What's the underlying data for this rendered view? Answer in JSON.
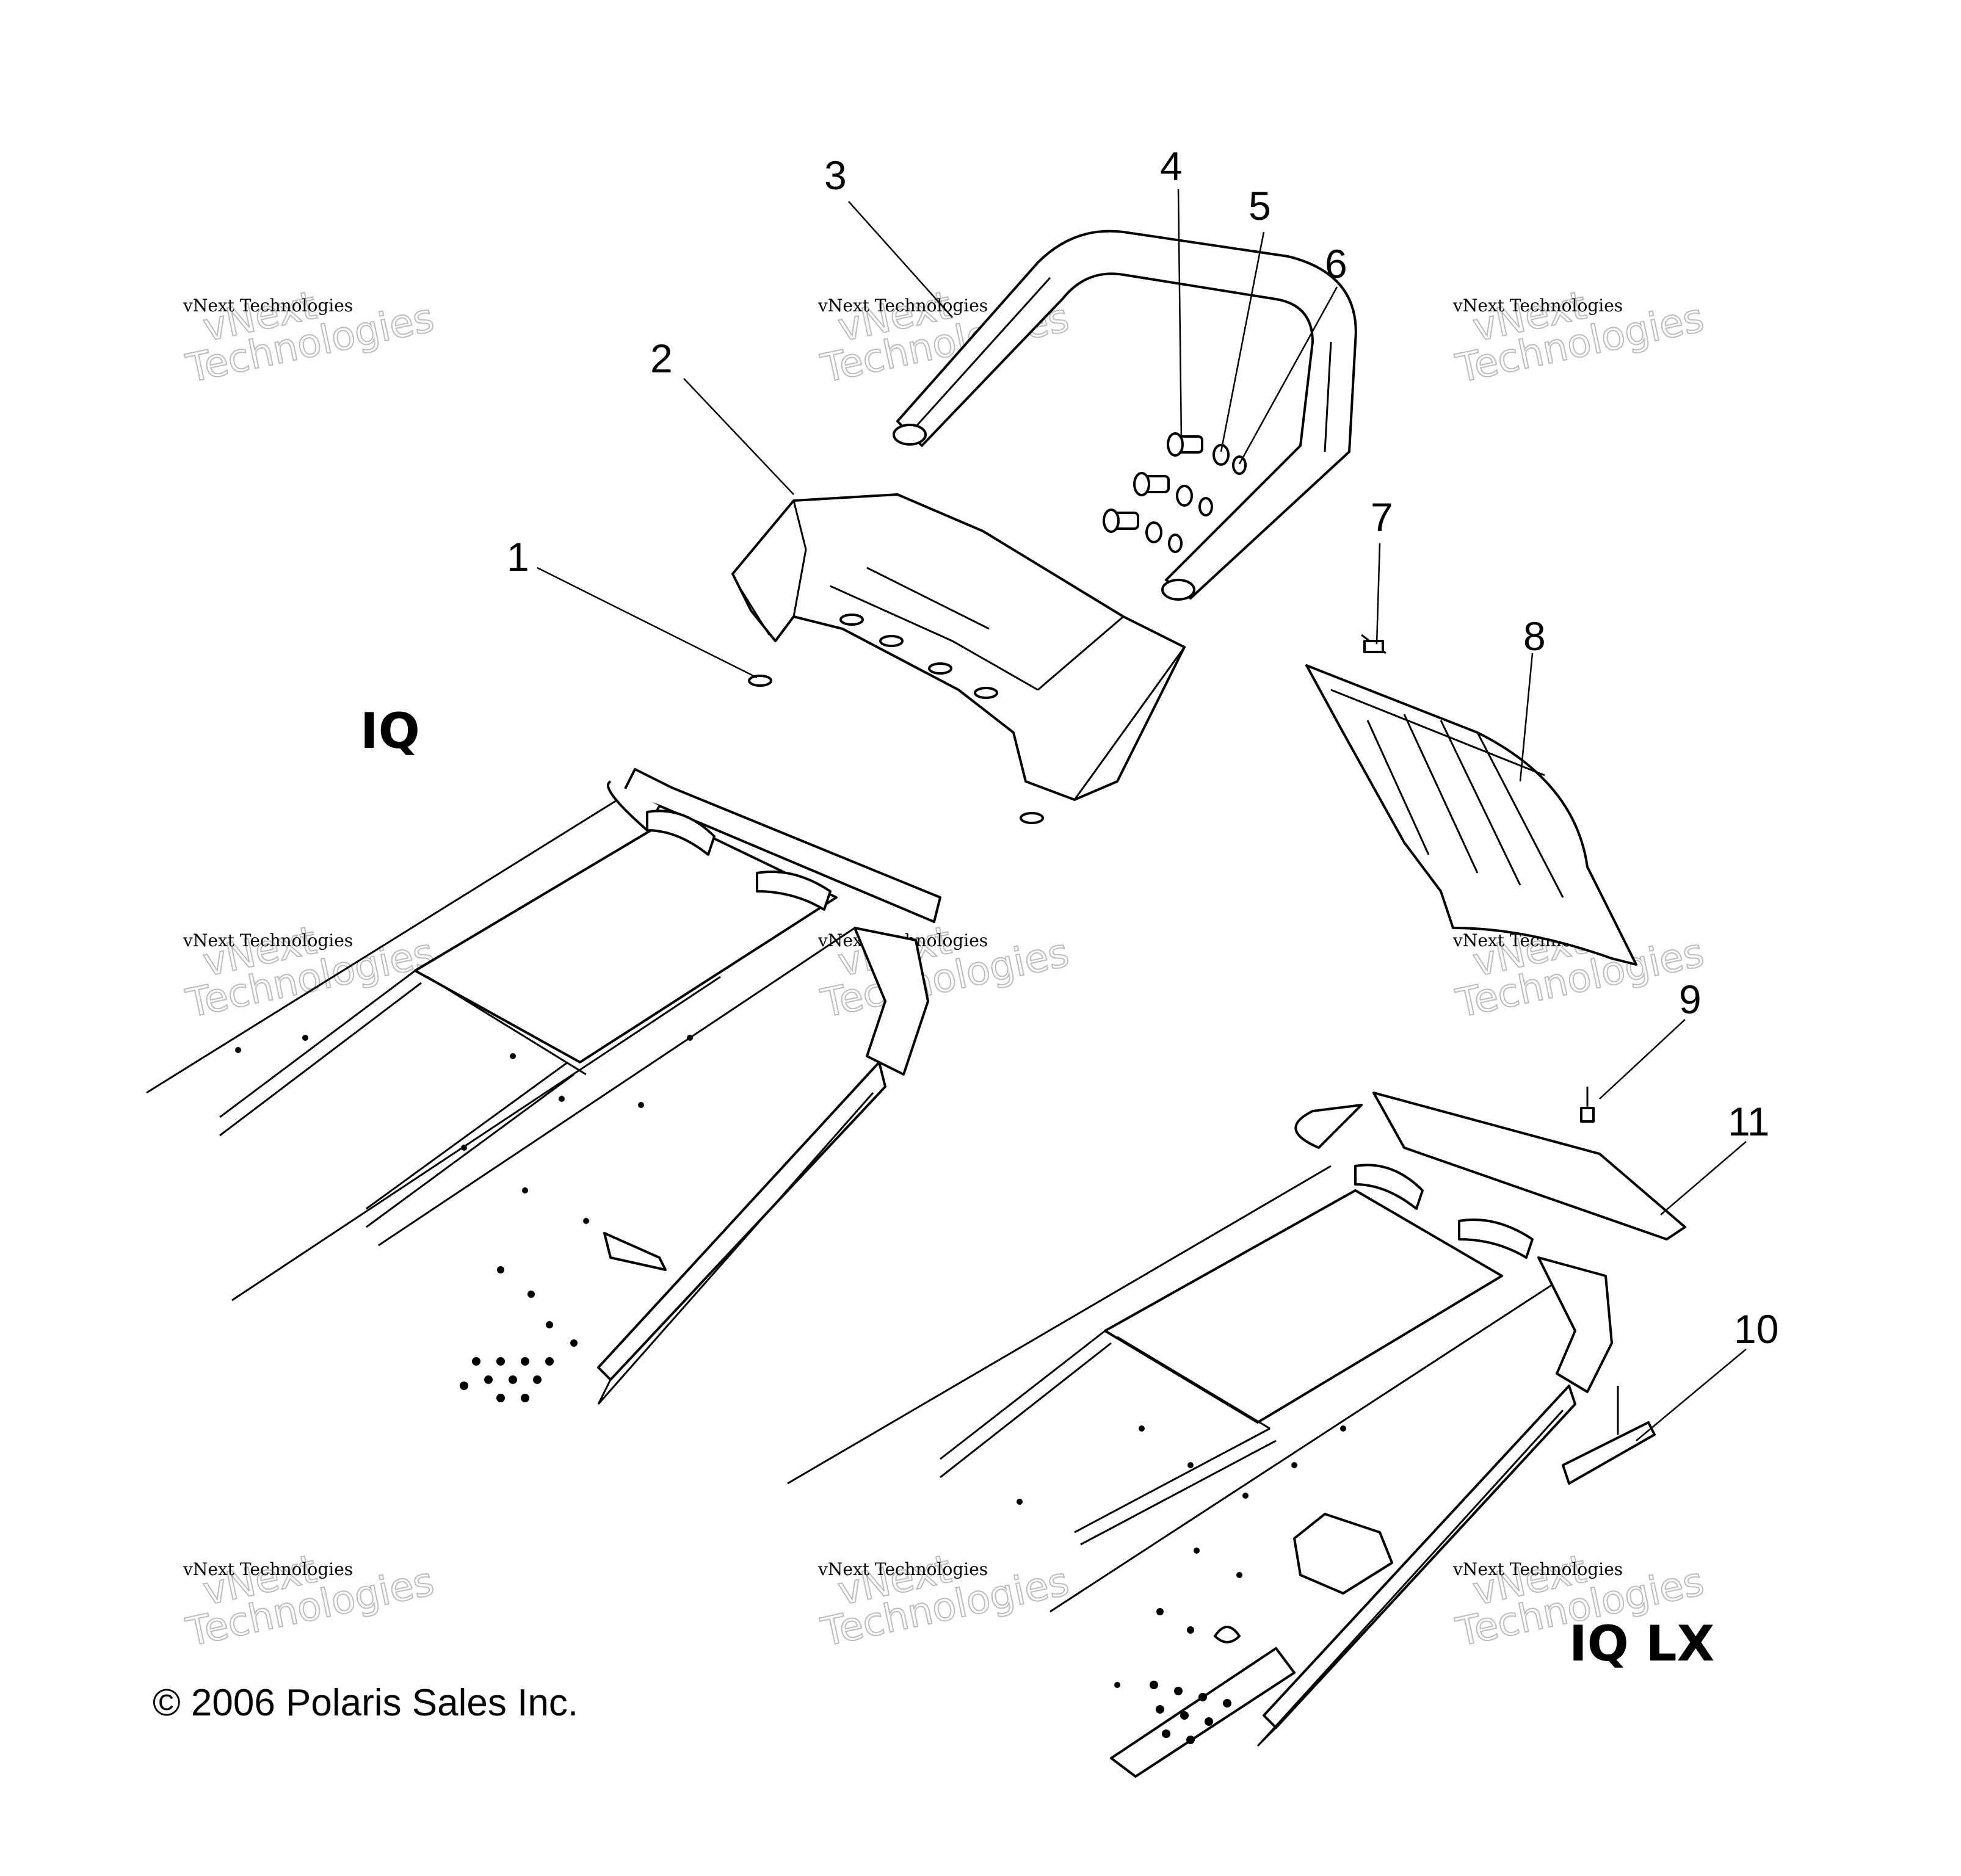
{
  "model_labels": {
    "iq": "IQ",
    "iq_lx": "IQ LX"
  },
  "copyright": "© 2006 Polaris Sales Inc.",
  "watermark": {
    "line1": "vNext Technologies",
    "line2": "vNext",
    "line3": "Technologies"
  },
  "callouts": [
    "1",
    "2",
    "3",
    "4",
    "5",
    "6",
    "7",
    "8",
    "9",
    "10",
    "11"
  ]
}
